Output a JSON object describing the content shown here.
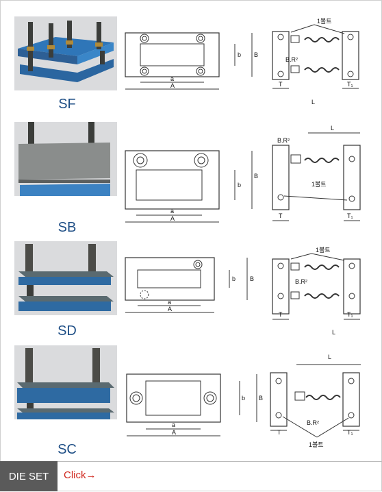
{
  "sections": [
    {
      "caption": "SF",
      "labels": {
        "a": "a",
        "A": "A",
        "b": "b",
        "B": "B",
        "bolt": "1볼트",
        "br": "B.R²",
        "T": "T",
        "T1": "T₁",
        "L": "L"
      }
    },
    {
      "caption": "SB",
      "labels": {
        "a": "a",
        "A": "A",
        "b": "b",
        "B": "B",
        "bolt": "1볼트",
        "br": "B.R²",
        "T": "T",
        "T1": "T₁",
        "L": "L"
      }
    },
    {
      "caption": "SD",
      "labels": {
        "a": "a",
        "A": "A",
        "b": "b",
        "B": "B",
        "bolt": "1볼트",
        "br": "B.R²",
        "T": "T",
        "T1": "T₁",
        "L": "L"
      }
    },
    {
      "caption": "SC",
      "labels": {
        "a": "a",
        "A": "A",
        "b": "b",
        "B": "B",
        "bolt": "1볼트",
        "br": "B.R²",
        "T": "T",
        "T1": "T₁",
        "L": "L"
      }
    }
  ],
  "footer": {
    "dieset_label": "DIE SET",
    "click_label": "Click→"
  }
}
